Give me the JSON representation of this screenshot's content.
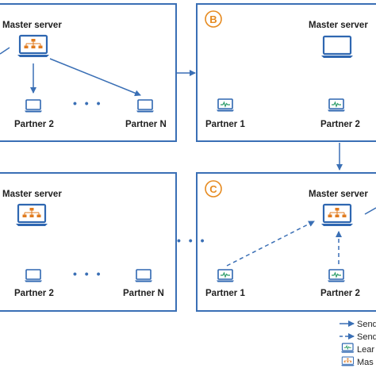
{
  "colors": {
    "panel_border": "#3a6fb5",
    "arrow": "#3a6fb5",
    "stage_badge": "#e68a1f",
    "laptop_outline": "#2f67b1",
    "model_icon": "#e07b1f",
    "learning_icon": "#2e9e6a"
  },
  "panels": {
    "a": {
      "master_label": "Master server",
      "partner_left": "Partner 2",
      "partner_right": "Partner N",
      "ellipsis": "• • •"
    },
    "b": {
      "badge": "B",
      "master_label": "Master server",
      "partner_left": "Partner 1",
      "partner_right": "Partner 2"
    },
    "d": {
      "master_label": "Master server",
      "partner_left": "Partner 2",
      "partner_right": "Partner N",
      "ellipsis": "• • •"
    },
    "c": {
      "badge": "C",
      "master_label": "Master server",
      "partner_left": "Partner 1",
      "partner_right": "Partner 2"
    }
  },
  "between_panels_ellipsis": "• • •",
  "legend": [
    {
      "text": "Send",
      "icon": "solid-arrow-icon"
    },
    {
      "text": "Send",
      "icon": "dashed-arrow-icon"
    },
    {
      "text": "Lear",
      "icon": "learning-laptop-icon"
    },
    {
      "text": "Mas",
      "icon": "model-laptop-icon"
    }
  ]
}
